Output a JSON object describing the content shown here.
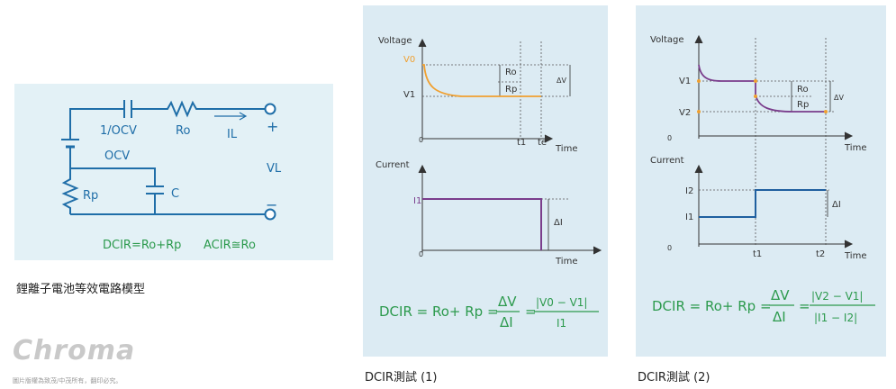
{
  "circuit": {
    "labels": {
      "capacitor": "1/OCV",
      "resistor": "Ro",
      "current": "IL",
      "plus": "+",
      "minus": "−",
      "ocv": "OCV",
      "rp": "Rp",
      "c": "C",
      "vl": "VL",
      "eq1": "DCIR=Ro+Rp",
      "eq2": "ACIR≅Ro"
    },
    "caption": "鋰離子電池等效電路模型"
  },
  "test1": {
    "caption": "DCIR測試 (1)",
    "voltage_axis": "Voltage",
    "current_axis": "Current",
    "time_label": "Time",
    "v0": "V0",
    "v1": "V1",
    "i1": "I1",
    "zero": "0",
    "t1": "t1",
    "te": "te",
    "ro": "Ro",
    "rp": "Rp",
    "dv": "ΔV",
    "di": "ΔI",
    "formula": {
      "lhs": "DCIR = Ro+ Rp =",
      "frac1_num": "ΔV",
      "frac1_den": "ΔI",
      "eq": "=",
      "frac2_num": "|V0 − V1|",
      "frac2_den": "I1"
    }
  },
  "test2": {
    "caption": "DCIR測試 (2)",
    "voltage_axis": "Voltage",
    "current_axis": "Current",
    "time_label": "Time",
    "v1": "V1",
    "v2": "V2",
    "i1": "I1",
    "i2": "I2",
    "zero": "0",
    "t1": "t1",
    "t2": "t2",
    "ro": "Ro",
    "rp": "Rp",
    "dv": "ΔV",
    "di": "ΔI",
    "formula": {
      "lhs": "DCIR = Ro+ Rp =",
      "frac1_num": "ΔV",
      "frac1_den": "ΔI",
      "eq": "=",
      "frac2_num": "|V2 − V1|",
      "frac2_den": "|I1 − I2|"
    }
  },
  "footer": {
    "logo": "Chroma",
    "copyright": "圖片版權為致茂/中茂所有，翻印必究。"
  },
  "colors": {
    "circuit_bg": "#e3f1f6",
    "panel_bg": "#dcebf3",
    "wire": "#1f6ea8",
    "green": "#2c9a4d",
    "orange": "#f0a030",
    "purple": "#7a3d8c",
    "blue": "#1f5f9f"
  }
}
